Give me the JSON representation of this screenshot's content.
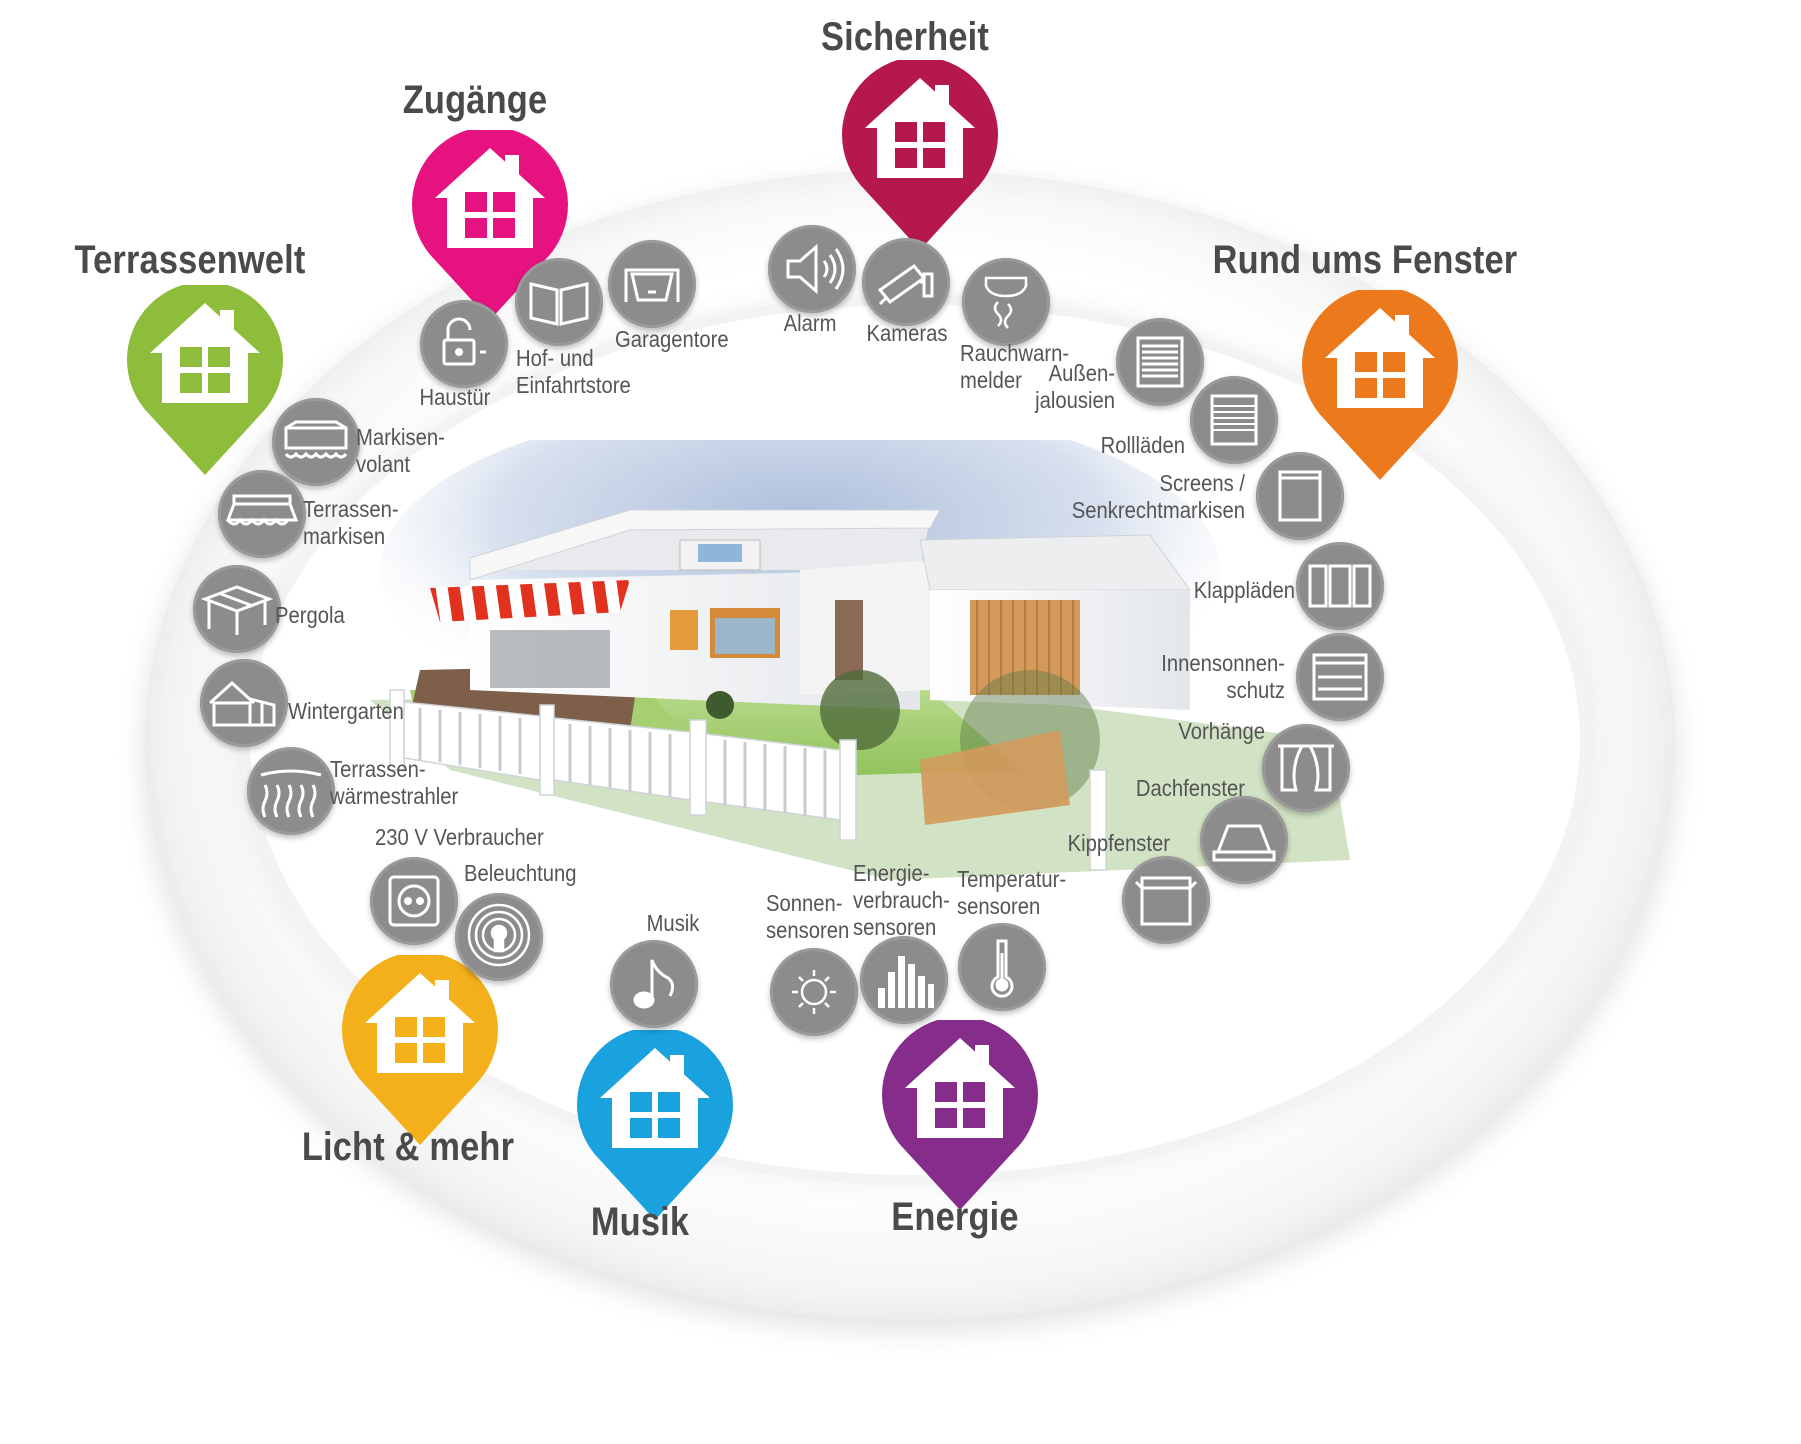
{
  "categories": [
    {
      "id": "zugaenge",
      "label": "Zugänge",
      "color": "#e6127f",
      "icon": "house-icon"
    },
    {
      "id": "sicherheit",
      "label": "Sicherheit",
      "color": "#b5174f",
      "icon": "house-icon"
    },
    {
      "id": "rund",
      "label": "Rund ums Fenster",
      "color": "#ec7a1c",
      "icon": "house-icon"
    },
    {
      "id": "terrassenwelt",
      "label": "Terrassenwelt",
      "color": "#8dbd3b",
      "icon": "house-icon"
    },
    {
      "id": "licht",
      "label": "Licht & mehr",
      "color": "#f3b01b",
      "icon": "house-icon"
    },
    {
      "id": "musik",
      "label": "Musik",
      "color": "#1aa2df",
      "icon": "house-icon"
    },
    {
      "id": "energie",
      "label": "Energie",
      "color": "#862c8a",
      "icon": "house-icon"
    }
  ],
  "devices": {
    "haustuer": {
      "label": "Haustür",
      "icon": "padlock-open-icon"
    },
    "hof": {
      "label": "Hof- und\nEinfahrtstore",
      "icon": "gate-icon"
    },
    "garage": {
      "label": "Garagentore",
      "icon": "garage-door-icon"
    },
    "alarm": {
      "label": "Alarm",
      "icon": "speaker-icon"
    },
    "kameras": {
      "label": "Kameras",
      "icon": "camera-icon"
    },
    "rauch": {
      "label": "Rauchwarn-\nmelder",
      "icon": "smoke-detector-icon"
    },
    "aussen": {
      "label": "Außen-\njalousien",
      "icon": "blinds-icon"
    },
    "rolllaeden": {
      "label": "Rollläden",
      "icon": "roller-shutter-icon"
    },
    "screens": {
      "label": "Screens /\nSenkrechtmarkisen",
      "icon": "screen-icon"
    },
    "klapp": {
      "label": "Klappläden",
      "icon": "shutters-icon"
    },
    "innen": {
      "label": "Innensonnen-\nschutz",
      "icon": "inner-shade-icon"
    },
    "vorhaenge": {
      "label": "Vorhänge",
      "icon": "curtains-icon"
    },
    "dach": {
      "label": "Dachfenster",
      "icon": "roof-window-icon"
    },
    "kipp": {
      "label": "Kippfenster",
      "icon": "tilt-window-icon"
    },
    "markisenvolant": {
      "label": "Markisen-\nvolant",
      "icon": "awning-valance-icon"
    },
    "terrassenmarkisen": {
      "label": "Terrassen-\nmarkisen",
      "icon": "awning-icon"
    },
    "pergola": {
      "label": "Pergola",
      "icon": "pergola-icon"
    },
    "wintergarten": {
      "label": "Wintergarten",
      "icon": "wintergarden-icon"
    },
    "waerme": {
      "label": "Terrassen-\nwärmestrahler",
      "icon": "heater-icon"
    },
    "verbraucher": {
      "label": "230 V Verbraucher",
      "icon": "socket-icon"
    },
    "beleuchtung": {
      "label": "Beleuchtung",
      "icon": "light-bulb-icon"
    },
    "musik": {
      "label": "Musik",
      "icon": "music-note-icon"
    },
    "sonnen": {
      "label": "Sonnen-\nsensoren",
      "icon": "sun-icon"
    },
    "energieverbrauch": {
      "label": "Energie-\nverbrauch-\nsensoren",
      "icon": "bar-chart-icon"
    },
    "temperatur": {
      "label": "Temperatur-\nsensoren",
      "icon": "thermometer-icon"
    }
  }
}
